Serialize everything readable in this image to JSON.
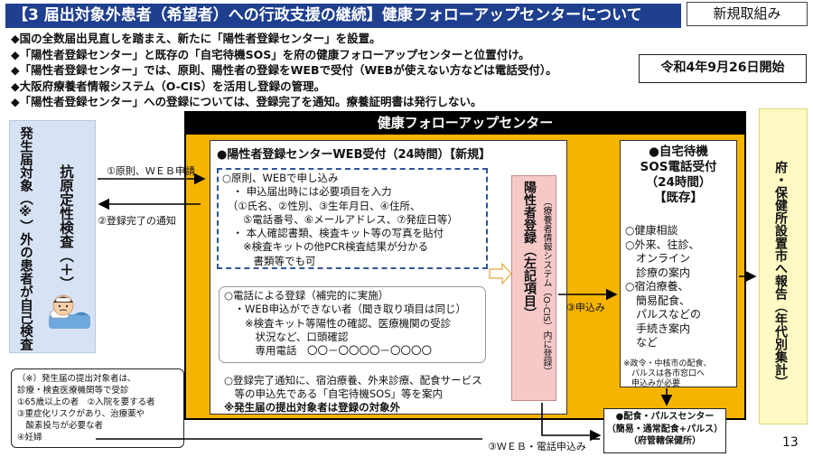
{
  "header": {
    "title": "【3 届出対象外患者（希望者）への行政支援の継続】健康フォローアップセンターについて",
    "badge": "新規取組み"
  },
  "bullets": [
    "◆国の全数届出見直しを踏まえ、新たに「陽性者登録センター」を設置。",
    "◆「陽性者登録センター」と既存の「自宅待機SOS」を府の健康フォローアップセンターと位置付け。",
    "◆「陽性者登録センター」では、原則、陽性者の登録をWEBで受付（WEBが使えない方などは電話受付）。",
    "◆大阪府療養者情報システム（O-CIS）を活用し登録の管理。",
    "◆「陽性者登録センター」への登録については、登録完了を通知。療養証明書は発行しない。"
  ],
  "start_date": "令和4年9月26日開始",
  "left": {
    "vertical_text": "発生届対象（※）外の患者が自己検査",
    "antigen_text": "抗原定性検査（＋）"
  },
  "arrows": {
    "web_apply": "①原則、ＷＥＢ申請",
    "done_notice": "②登録完了の通知",
    "apply": "③申込み",
    "web_phone_apply": "③ＷＥＢ・電話申込み"
  },
  "center": {
    "header": "健康フォローアップセンター",
    "web_title": "●陽性者登録センターWEB受付（24時間）【新規】",
    "web_lines": [
      "○原則、WEBで申し込み",
      "　・ 申込届出時には必要項目を入力",
      "　（①氏名、②性別、③生年月日、④住所、",
      "　　⑤電話番号、⑥メールアドレス、⑦発症日等）",
      "　・ 本人確認書類、検査キット等の写真を貼付",
      "　　※検査キットの他PCR検査結果が分かる",
      "　　　書類等でも可"
    ],
    "phone_lines": [
      "○電話による登録（補完的に実施）",
      "　・WEB申込ができない者（聞き取り項目は同じ）",
      "　　※検査キット等陽性の確認、医療機関の受診",
      "　　　状況など、口頭確認",
      "　　　専用電話　〇〇－〇〇〇〇－〇〇〇〇"
    ],
    "done_lines": [
      "○登録完了通知に、宿泊療養、外来診療、配食サービス",
      "　等の申込先である「自宅待機SOS」等を案内",
      "※発生届の提出対象者は登録の対象外"
    ]
  },
  "registration": {
    "main": "陽性者登録（左記項目）",
    "sub": "（療養者情報システム（O-CIS）内に登録）"
  },
  "sos": {
    "title_lines": [
      "●自宅待機",
      "SOS電話受付",
      "（24時間）",
      "【既存】"
    ],
    "items": [
      "○健康相談",
      "○外来、往診、",
      "　オンライン",
      "　診療の案内",
      "○宿泊療養、",
      "　簡易配食、",
      "　パルスなどの",
      "　手続き案内",
      "　など"
    ],
    "note_lines": [
      "※政令・中核市の配食、",
      "　パルスは各市窓口へ",
      "　申込みが必要"
    ]
  },
  "right": {
    "vertical_text": "府・保健所設置市へ報告（年代別集計）"
  },
  "meal": {
    "lines": [
      "●配食・パルスセンター",
      "（簡易・通常配食+パルス）",
      "（府管轄保健所）"
    ]
  },
  "footnote": {
    "lines": [
      "（※）発生届の提出対象者は、",
      "診療・検査医療機関等で受診",
      "①65歳以上の者　②入院を要する者",
      "③重症化リスクがあり、治療薬や",
      "　酸素投与が必要な者",
      "④妊婦"
    ]
  },
  "page_number": "13",
  "colors": {
    "title_bg": "#1f3f8f",
    "center_frame": "#f5b400",
    "left_col": "#d7e3f4",
    "pink": "#f6c9c9",
    "right_col": "#fff9c4",
    "dashed": "#2f5597"
  }
}
